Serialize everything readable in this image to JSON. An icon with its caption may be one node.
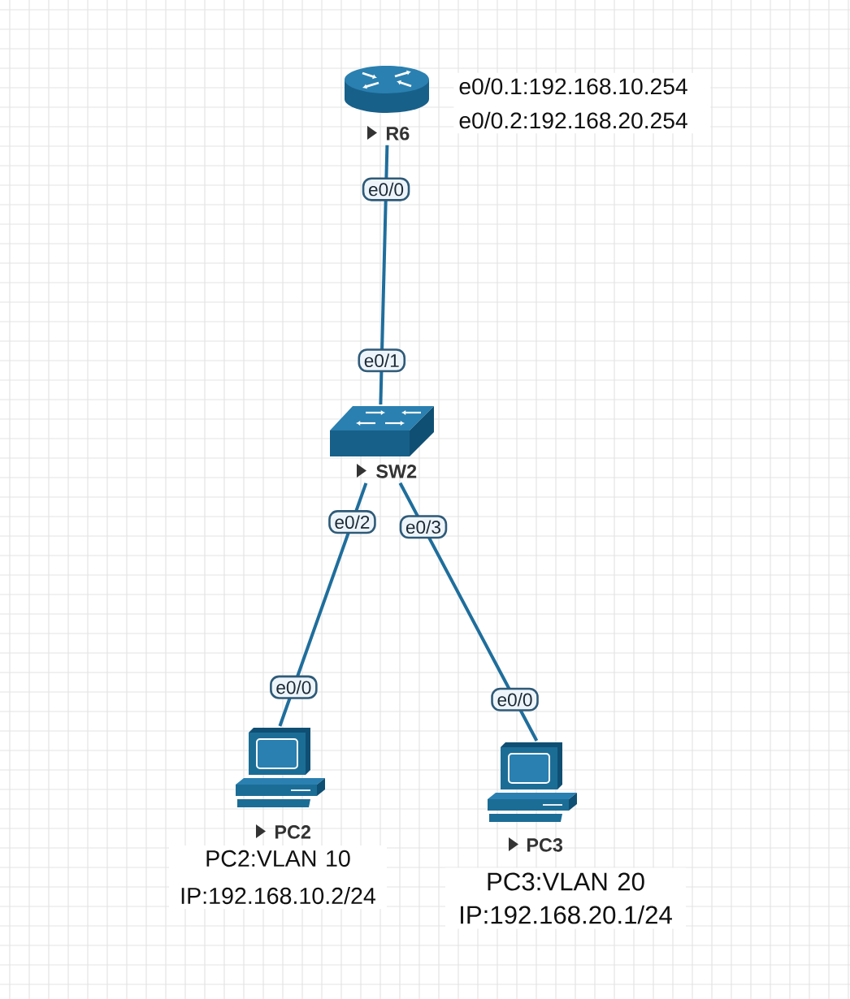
{
  "diagram": {
    "nodes": [
      {
        "text": [
          "R6"
        ],
        "beside": [
          "e0/0.1:192.168.10.254 e0/0.2:192.168.20.254"
        ]
      },
      {
        "text": [
          "SW2"
        ]
      },
      {
        "text": [
          "PC2"
        ],
        "beside": [
          "PC2:VLAN 10 IP:192.168.10.2/24"
        ]
      },
      {
        "text": [
          "PC3"
        ],
        "beside": [
          "PC3:VLAN 20 IP:192.168.20.1/24"
        ]
      }
    ],
    "edges": [
      {
        "from": 0,
        "to": 1,
        "arrow": "none"
      },
      {
        "from": 1,
        "to": 2,
        "arrow": "none"
      },
      {
        "from": 1,
        "to": 3,
        "arrow": "none"
      }
    ],
    "labels": [
      "e0/0",
      "e0/1",
      "e0/2",
      "e0/3",
      "e0/0",
      "e0/0"
    ]
  }
}
